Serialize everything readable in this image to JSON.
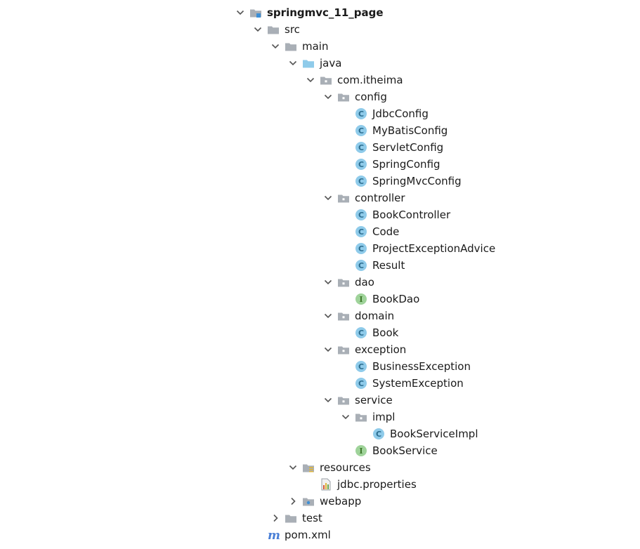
{
  "tree": [
    {
      "id": "root",
      "label": "springmvc_11_page",
      "depth": 0,
      "kind": "module",
      "state": "expanded",
      "bold": true
    },
    {
      "id": "src",
      "label": "src",
      "depth": 1,
      "kind": "folder",
      "state": "expanded"
    },
    {
      "id": "main",
      "label": "main",
      "depth": 2,
      "kind": "folder",
      "state": "expanded"
    },
    {
      "id": "java",
      "label": "java",
      "depth": 3,
      "kind": "source-folder",
      "state": "expanded"
    },
    {
      "id": "com-itheima",
      "label": "com.itheima",
      "depth": 4,
      "kind": "package",
      "state": "expanded"
    },
    {
      "id": "config",
      "label": "config",
      "depth": 5,
      "kind": "package",
      "state": "expanded"
    },
    {
      "id": "JdbcConfig",
      "label": "JdbcConfig",
      "depth": 6,
      "kind": "class",
      "state": "leaf"
    },
    {
      "id": "MyBatisConfig",
      "label": "MyBatisConfig",
      "depth": 6,
      "kind": "class",
      "state": "leaf"
    },
    {
      "id": "ServletConfig",
      "label": "ServletConfig",
      "depth": 6,
      "kind": "class",
      "state": "leaf"
    },
    {
      "id": "SpringConfig",
      "label": "SpringConfig",
      "depth": 6,
      "kind": "class",
      "state": "leaf"
    },
    {
      "id": "SpringMvcConfig",
      "label": "SpringMvcConfig",
      "depth": 6,
      "kind": "class",
      "state": "leaf"
    },
    {
      "id": "controller",
      "label": "controller",
      "depth": 5,
      "kind": "package",
      "state": "expanded"
    },
    {
      "id": "BookController",
      "label": "BookController",
      "depth": 6,
      "kind": "class",
      "state": "leaf"
    },
    {
      "id": "Code",
      "label": "Code",
      "depth": 6,
      "kind": "class",
      "state": "leaf"
    },
    {
      "id": "ProjectExceptionAdvice",
      "label": "ProjectExceptionAdvice",
      "depth": 6,
      "kind": "class",
      "state": "leaf"
    },
    {
      "id": "Result",
      "label": "Result",
      "depth": 6,
      "kind": "class",
      "state": "leaf"
    },
    {
      "id": "dao",
      "label": "dao",
      "depth": 5,
      "kind": "package",
      "state": "expanded"
    },
    {
      "id": "BookDao",
      "label": "BookDao",
      "depth": 6,
      "kind": "interface",
      "state": "leaf"
    },
    {
      "id": "domain",
      "label": "domain",
      "depth": 5,
      "kind": "package",
      "state": "expanded"
    },
    {
      "id": "Book",
      "label": "Book",
      "depth": 6,
      "kind": "class",
      "state": "leaf"
    },
    {
      "id": "exception",
      "label": "exception",
      "depth": 5,
      "kind": "package",
      "state": "expanded"
    },
    {
      "id": "BusinessException",
      "label": "BusinessException",
      "depth": 6,
      "kind": "class",
      "state": "leaf"
    },
    {
      "id": "SystemException",
      "label": "SystemException",
      "depth": 6,
      "kind": "class",
      "state": "leaf"
    },
    {
      "id": "service",
      "label": "service",
      "depth": 5,
      "kind": "package",
      "state": "expanded"
    },
    {
      "id": "impl",
      "label": "impl",
      "depth": 6,
      "kind": "package",
      "state": "expanded"
    },
    {
      "id": "BookServiceImpl",
      "label": "BookServiceImpl",
      "depth": 7,
      "kind": "class",
      "state": "leaf"
    },
    {
      "id": "BookService",
      "label": "BookService",
      "depth": 6,
      "kind": "interface",
      "state": "leaf"
    },
    {
      "id": "resources",
      "label": "resources",
      "depth": 3,
      "kind": "resources-folder",
      "state": "expanded"
    },
    {
      "id": "jdbc-properties",
      "label": "jdbc.properties",
      "depth": 4,
      "kind": "properties",
      "state": "leaf"
    },
    {
      "id": "webapp",
      "label": "webapp",
      "depth": 3,
      "kind": "web-folder",
      "state": "collapsed"
    },
    {
      "id": "test",
      "label": "test",
      "depth": 2,
      "kind": "folder",
      "state": "collapsed"
    },
    {
      "id": "pom-xml",
      "label": "pom.xml",
      "depth": 1,
      "kind": "maven",
      "state": "leaf"
    }
  ],
  "icon_letters": {
    "class": "C",
    "interface": "I",
    "maven": "m"
  },
  "colors": {
    "folder": "#a9afb6",
    "source_folder": "#8fcbea",
    "class": "#8fcbea",
    "class_letter": "#2c6d8f",
    "interface": "#9fd39a",
    "interface_letter": "#3f7a2c",
    "module_accent": "#3d8fd6",
    "maven": "#4a7fd6",
    "resources_stripes": "#e0b63a",
    "arrow": "#555555"
  }
}
